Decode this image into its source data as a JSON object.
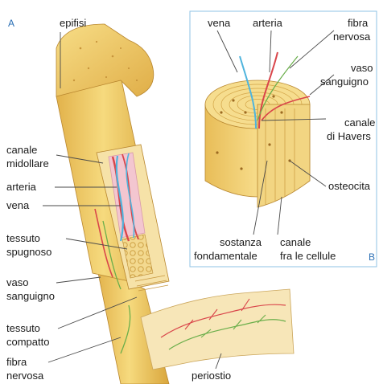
{
  "panels": {
    "a_letter": "A",
    "b_letter": "B"
  },
  "labels_a": {
    "epifisi": "epifisi",
    "canale_line1": "canale",
    "canale_line2": "midollare",
    "arteria": "arteria",
    "vena": "vena",
    "spugnoso_line1": "tessuto",
    "spugnoso_line2": "spugnoso",
    "vaso_line1": "vaso",
    "vaso_line2": "sanguigno",
    "compatto_line1": "tessuto",
    "compatto_line2": "compatto",
    "fibra_line1": "fibra",
    "fibra_line2": "nervosa",
    "periostio": "periostio"
  },
  "labels_b": {
    "vena": "vena",
    "arteria": "arteria",
    "fibra_line1": "fibra",
    "fibra_line2": "nervosa",
    "vaso_line1": "vaso",
    "vaso_line2": "sanguigno",
    "havers_line1": "canale",
    "havers_line2": "di Havers",
    "osteocita": "osteocita",
    "sostanza_line1": "sostanza",
    "sostanza_line2": "fondamentale",
    "canale_cellule_line1": "canale",
    "canale_cellule_line2": "fra le cellule"
  },
  "colors": {
    "bone": "#f0cf6a",
    "bone_dark": "#d9a93e",
    "bone_light": "#f8e4a0",
    "marrow": "#f3c6d0",
    "artery": "#d9454a",
    "vein": "#4fb4dd",
    "nerve": "#6aae4a",
    "panel_border": "#8fc3e6"
  }
}
